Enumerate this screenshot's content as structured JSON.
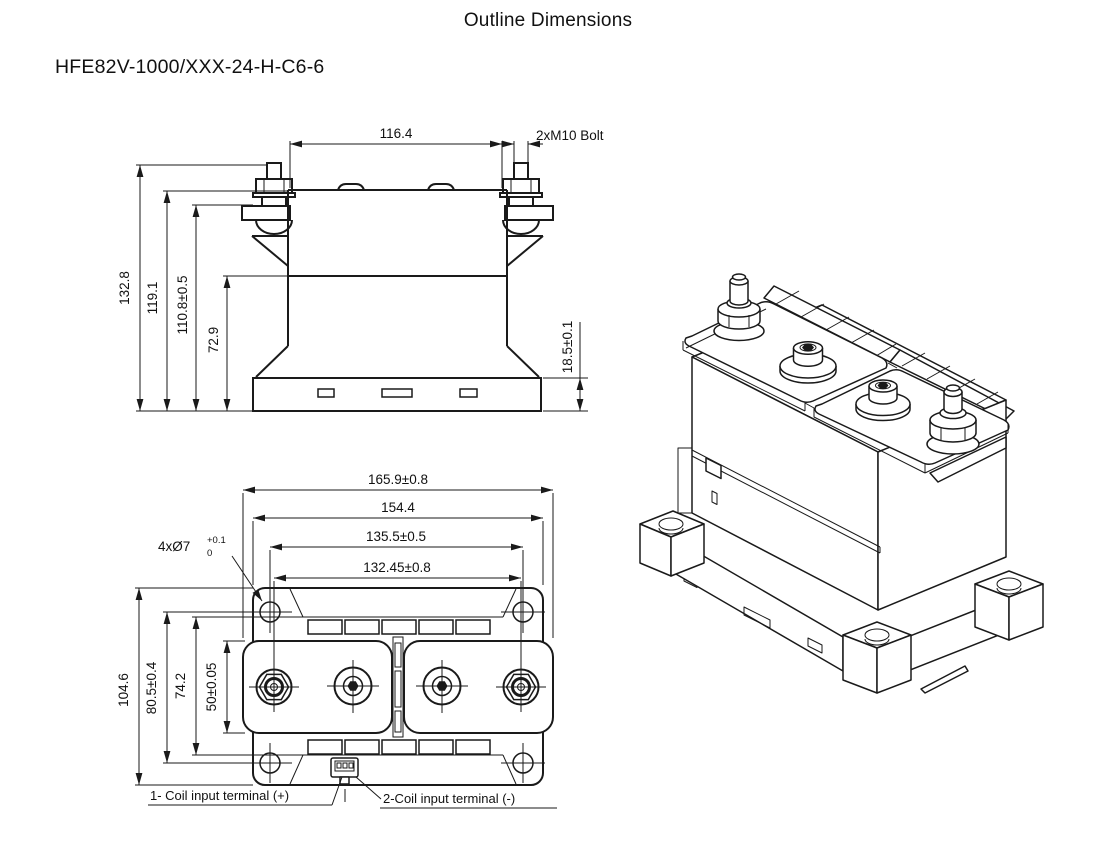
{
  "title": "Outline Dimensions",
  "part_number": "HFE82V-1000/XXX-24-H-C6-6",
  "front_view": {
    "dims": {
      "width_terminals": "116.4",
      "bolt_label": "2xM10 Bolt",
      "height_total": "132.8",
      "height_to_washer": "119.1",
      "height_to_plate": "110.8±0.5",
      "height_to_step": "72.9",
      "base_height": "18.5±0.1"
    }
  },
  "bottom_view": {
    "dims": {
      "width_overall": "165.9±0.8",
      "width_body": "154.4",
      "hole_spacing": "135.5±0.5",
      "terminal_spacing": "132.45±0.8",
      "depth_overall": "104.6",
      "hole_spacing_v": "80.5±0.4",
      "plateau_depth": "74.2",
      "busbar_depth": "50±0.05",
      "hole_callout": "4xØ7",
      "hole_tol_plus": "+0.1",
      "hole_tol_minus": "0"
    },
    "labels": {
      "coil_positive": "1- Coil input terminal (+)",
      "coil_negative": "2-Coil input terminal (-)"
    }
  },
  "colors": {
    "line": "#1a1a1a",
    "background": "#ffffff"
  }
}
